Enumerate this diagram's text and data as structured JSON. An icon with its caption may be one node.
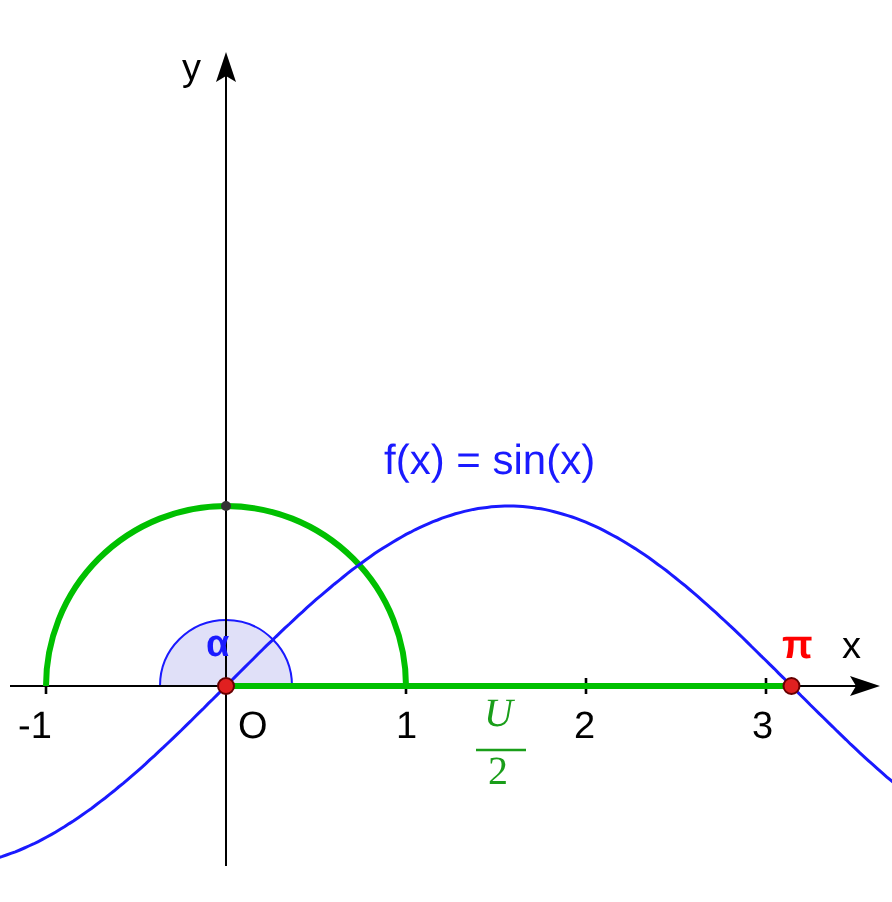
{
  "diagram": {
    "labels": [
      "y",
      "f(x) = sin(x)",
      "α",
      "π",
      "x",
      "-1",
      "O",
      "1",
      "2",
      "3",
      "U",
      "2"
    ]
  }
}
